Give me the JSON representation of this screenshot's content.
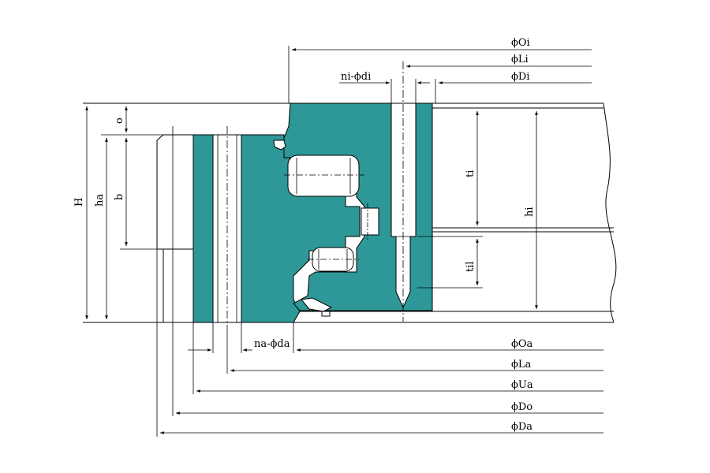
{
  "labels": {
    "oi": "ϕOi",
    "li": "ϕLi",
    "di_big": "ϕDi",
    "ni_di": "ni-ϕdi",
    "o": "o",
    "h": "H",
    "ha": "ha",
    "b": "b",
    "ti": "ti",
    "hi": "hi",
    "til": "til",
    "na_da": "na-ϕda",
    "oa": "ϕOa",
    "la": "ϕLa",
    "ua": "ϕUa",
    "do": "ϕDo",
    "da": "ϕDa"
  },
  "colors": {
    "section_fill": "#2e9797",
    "line": "#000000",
    "background": "#ffffff"
  }
}
